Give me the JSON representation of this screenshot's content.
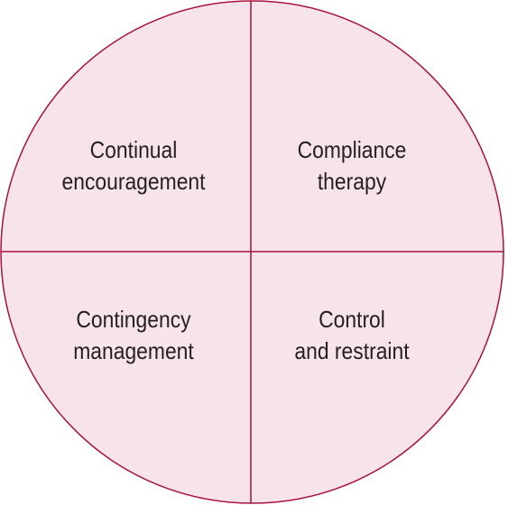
{
  "colors": {
    "fill": "#f7e4ea",
    "stroke": "#a8123e",
    "text": "#231f20"
  },
  "quadrants": {
    "top_left": {
      "line1": "Continual",
      "line2": "encouragement"
    },
    "top_right": {
      "line1": "Compliance",
      "line2": "therapy"
    },
    "bottom_left": {
      "line1": "Contingency",
      "line2": "management"
    },
    "bottom_right": {
      "line1": "Control",
      "line2": "and restraint"
    }
  }
}
